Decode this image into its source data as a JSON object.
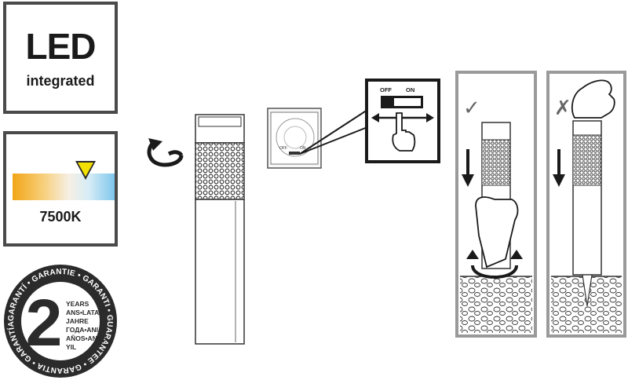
{
  "led_badge": {
    "title": "LED",
    "subtitle": "integrated"
  },
  "color_temp": {
    "value_label": "7500K",
    "gradient_warm": "#f2a516",
    "gradient_cool": "#7fc6ec",
    "marker_color": "#f3e000"
  },
  "warranty": {
    "number": "2",
    "ring_text": "GARANTÍ • GARANTIE • GARANTI • GUARANTEE • GARANTIA • GARANTÍA • GARANTIE • GARANZIA •",
    "lines": [
      "YEARS",
      "ANS•LATA",
      "JAHRE",
      "ГОДА•ANI",
      "AÑOS•ANOS",
      "YIL"
    ]
  },
  "switch_callout": {
    "off_label": "OFF",
    "on_label": "ON"
  },
  "switch_panel": {
    "off_label": "OFF",
    "on_label": "ON"
  },
  "install": {
    "correct_mark": "✓",
    "wrong_mark": "✗",
    "line_color": "#9a9a9a"
  }
}
